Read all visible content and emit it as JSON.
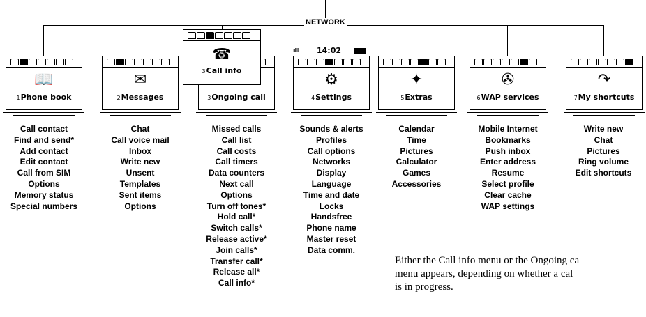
{
  "network_label": "NETWORK",
  "status_bar": {
    "signal": "ııllll",
    "time": "14:02"
  },
  "menus": [
    {
      "number": "1",
      "name": "Phone book",
      "icon": "phone-book-icon",
      "glyph": "📖",
      "items": [
        "Call contact",
        "Find and send*",
        "Add contact",
        "Edit contact",
        "Call from SIM",
        "Options",
        "Memory status",
        "Special numbers"
      ]
    },
    {
      "number": "2",
      "name": "Messages",
      "icon": "envelope-icon",
      "glyph": "✉",
      "items": [
        "Chat",
        "Call voice mail",
        "Inbox",
        "Write new",
        "Unsent",
        "Templates",
        "Sent items",
        "Options"
      ]
    },
    {
      "number": "3",
      "name": "Ongoing call",
      "icon": "ongoing-call-icon",
      "glyph": "☏",
      "items": [
        "Missed calls",
        "Call list",
        "Call costs",
        "Call timers",
        "Data counters",
        "Next call",
        "Options",
        "Turn off tones*",
        "Hold call*",
        "Switch calls*",
        "Release active*",
        "Join calls*",
        "Transfer call*",
        "Release all*",
        "Call info*"
      ]
    },
    {
      "number": "4",
      "name": "Settings",
      "icon": "settings-icon",
      "glyph": "⚙",
      "items": [
        "Sounds & alerts",
        "Profiles",
        "Call options",
        "Networks",
        "Display",
        "Language",
        "Time and date",
        "Locks",
        "Handsfree",
        "Phone name",
        "Master reset",
        "Data comm."
      ]
    },
    {
      "number": "5",
      "name": "Extras",
      "icon": "extras-icon",
      "glyph": "✦",
      "items": [
        "Calendar",
        "Time",
        "Pictures",
        "Calculator",
        "Games",
        "Accessories"
      ]
    },
    {
      "number": "6",
      "name": "WAP services",
      "icon": "wap-globe-icon",
      "glyph": "✇",
      "items": [
        "Mobile Internet",
        "Bookmarks",
        "Push inbox",
        "Enter address",
        "Resume",
        "Select profile",
        "Clear cache",
        "WAP settings"
      ]
    },
    {
      "number": "7",
      "name": "My shortcuts",
      "icon": "shortcut-arrow-icon",
      "glyph": "↷",
      "items": [
        "Write new",
        "Chat",
        "Pictures",
        "Ring volume",
        "Edit shortcuts"
      ]
    }
  ],
  "call_info_popup": {
    "number": "3",
    "name": "Call info",
    "icon": "call-info-phone-icon",
    "glyph": "☎"
  },
  "note": "Either the Call info menu or the Ongoing ca\nmenu appears, depending on whether a cal\nis in progress."
}
